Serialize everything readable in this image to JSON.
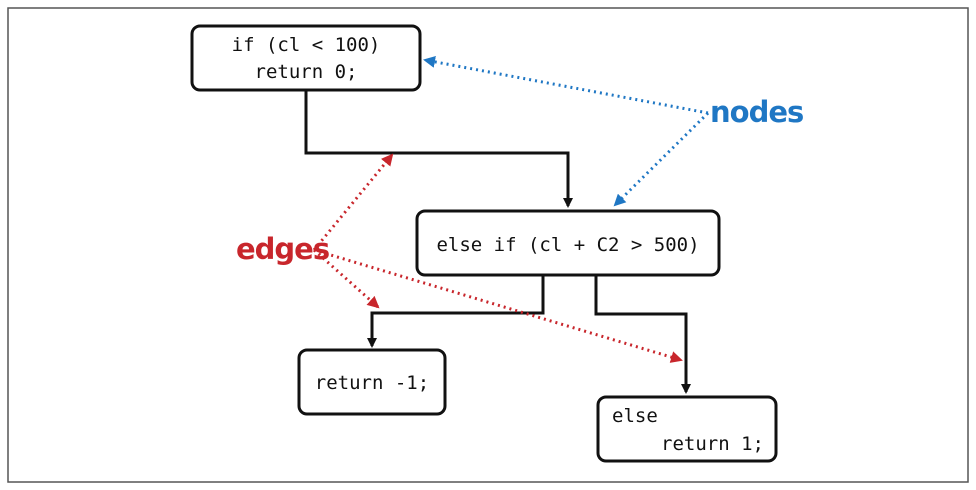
{
  "diagram": {
    "nodes": [
      {
        "id": "n1",
        "lines": [
          "if (cl < 100)",
          "return 0;"
        ]
      },
      {
        "id": "n2",
        "lines": [
          "else if (cl + C2 > 500)"
        ]
      },
      {
        "id": "n3",
        "lines": [
          "return -1;"
        ]
      },
      {
        "id": "n4",
        "lines": [
          "else",
          "return 1;"
        ]
      }
    ],
    "labels": {
      "nodes": "nodes",
      "edges": "edges"
    },
    "colors": {
      "nodes_label": "#1f77c4",
      "edges_label": "#c8262c",
      "node_border": "#111111",
      "edge_line": "#111111"
    }
  }
}
